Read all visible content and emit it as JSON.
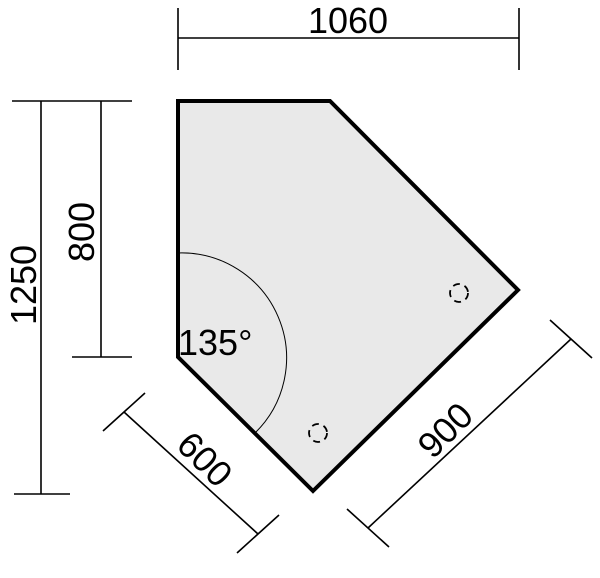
{
  "colors": {
    "outline": "#000000",
    "surface": "#e9e9e9",
    "background": "#ffffff"
  },
  "dimensions": {
    "top_width": "1060",
    "overall_depth": "1250",
    "left_edge": "800",
    "short_diagonal": "600",
    "long_diagonal": "900"
  },
  "angle_label": "135°",
  "icons": [
    "leg-position-marker",
    "leg-position-marker"
  ]
}
